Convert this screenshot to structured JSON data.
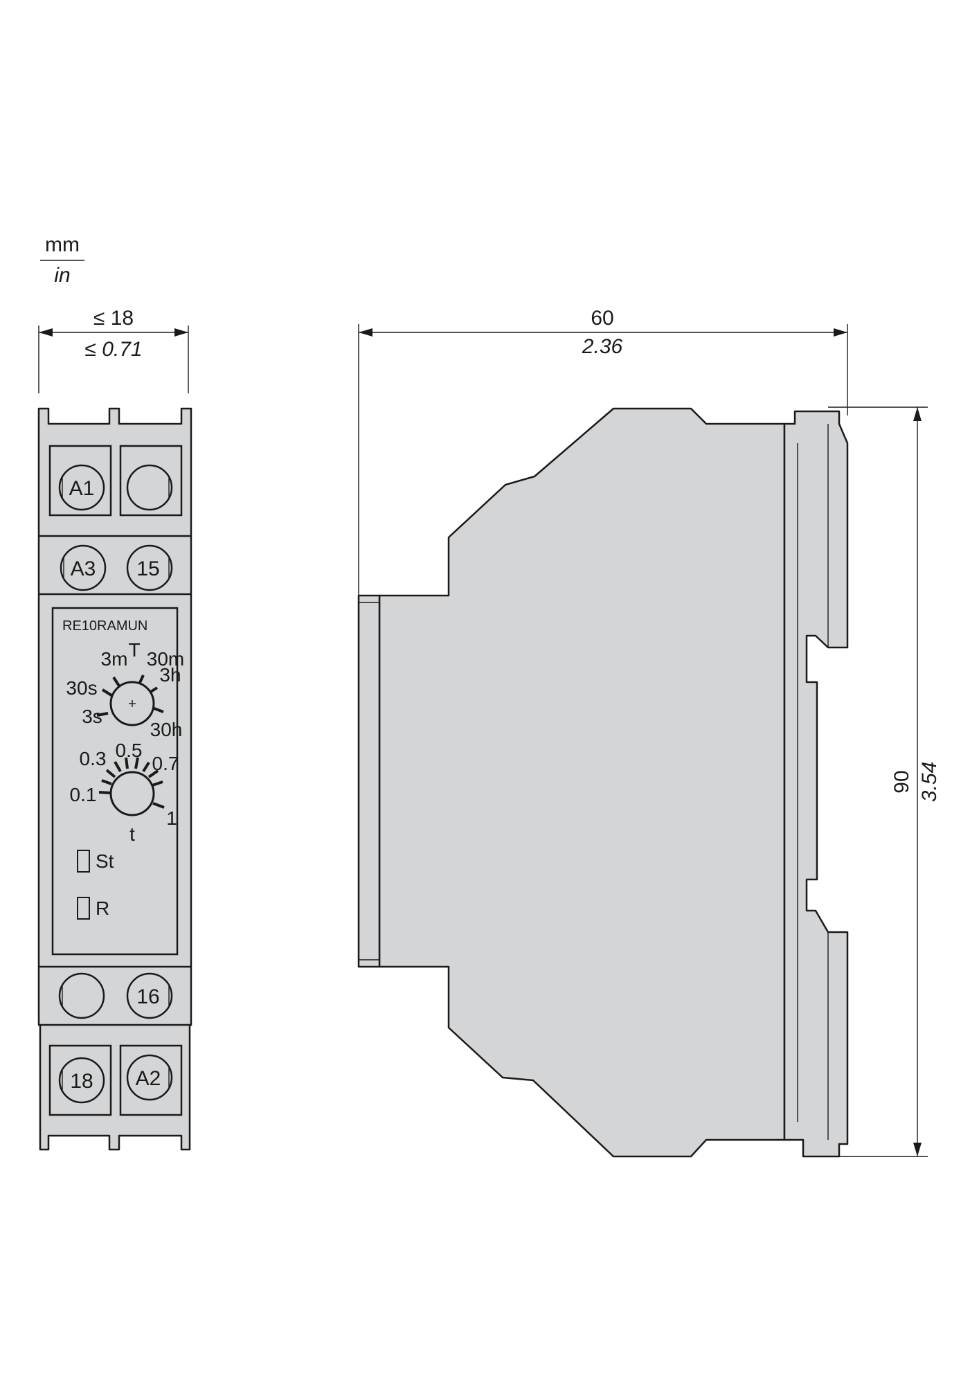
{
  "units": {
    "top": "mm",
    "bottom": "in"
  },
  "front_view": {
    "width_mm": "≤ 18",
    "width_in": "≤ 0.71",
    "model": "RE10RAMUN",
    "terminals": {
      "row1": [
        "A1",
        ""
      ],
      "row2": [
        "A3",
        "15"
      ],
      "row3": [
        "",
        "16"
      ],
      "row4": [
        "18",
        "A2"
      ]
    },
    "range_knob": {
      "marker": "T",
      "labels": [
        "3m",
        "30m",
        "3h",
        "30h",
        "3s",
        "30s"
      ]
    },
    "fine_knob": {
      "marker": "t",
      "labels": [
        "0.1",
        "0.3",
        "0.5",
        "0.7",
        "1"
      ]
    },
    "leds": [
      "St",
      "R"
    ]
  },
  "side_view": {
    "depth_mm": "60",
    "depth_in": "2.36",
    "height_mm": "90",
    "height_in": "3.54"
  },
  "colors": {
    "body": "#d4d5d6",
    "line": "#1a1a1a"
  }
}
